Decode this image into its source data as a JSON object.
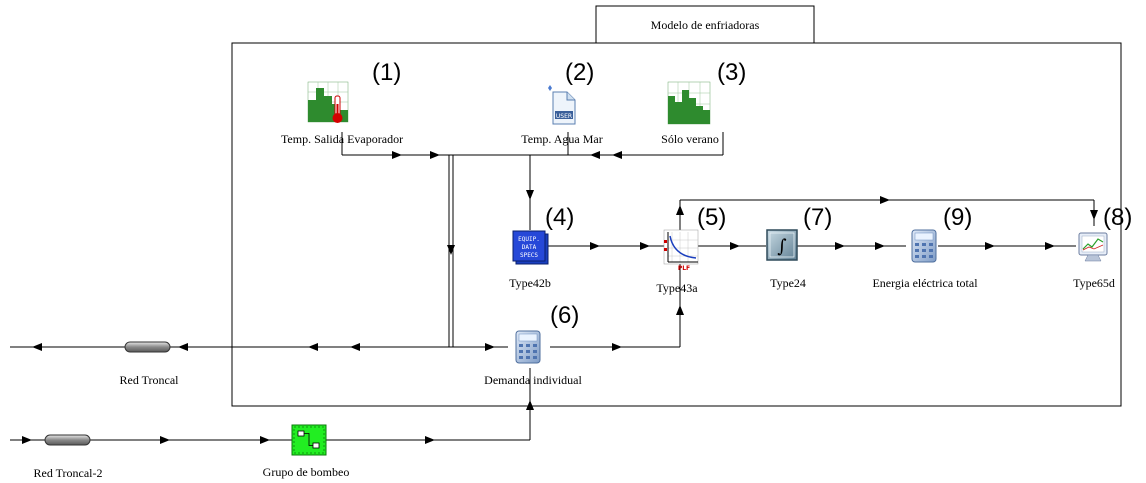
{
  "title": "Modelo de enfriadoras",
  "components": {
    "temp_evap": {
      "label": "Temp. Salida Evaporador",
      "number": "(1)",
      "icon": "data-reader-thermometer-icon"
    },
    "temp_mar": {
      "label": "Temp. Agua Mar",
      "number": "(2)",
      "icon": "user-file-icon",
      "icon_text": "USER"
    },
    "solo_verano": {
      "label": "Sólo verano",
      "number": "(3)",
      "icon": "data-reader-chart-icon"
    },
    "type42b": {
      "label": "Type42b",
      "number": "(4)",
      "icon": "equip-data-specs-icon",
      "icon_text": [
        "EQUIP.",
        "DATA",
        "SPECS"
      ]
    },
    "type43a": {
      "label": "Type43a",
      "number": "(5)",
      "icon": "part-load-curve-icon",
      "icon_text": "PLF"
    },
    "demanda": {
      "label": "Demanda individual",
      "number": "(6)",
      "icon": "calculator-icon"
    },
    "type24": {
      "label": "Type24",
      "number": "(7)",
      "icon": "integrator-icon"
    },
    "type65d": {
      "label": "Type65d",
      "number": "(8)",
      "icon": "plotter-monitor-icon"
    },
    "energia": {
      "label": "Energia eléctrica total",
      "number": "(9)",
      "icon": "calculator-icon"
    },
    "red_troncal": {
      "label": "Red Troncal",
      "icon": "pipe-icon"
    },
    "red_troncal_2": {
      "label": "Red Troncal-2",
      "icon": "pipe-icon"
    },
    "grupo_bombeo": {
      "label": "Grupo de bombeo",
      "icon": "pump-group-icon"
    }
  }
}
